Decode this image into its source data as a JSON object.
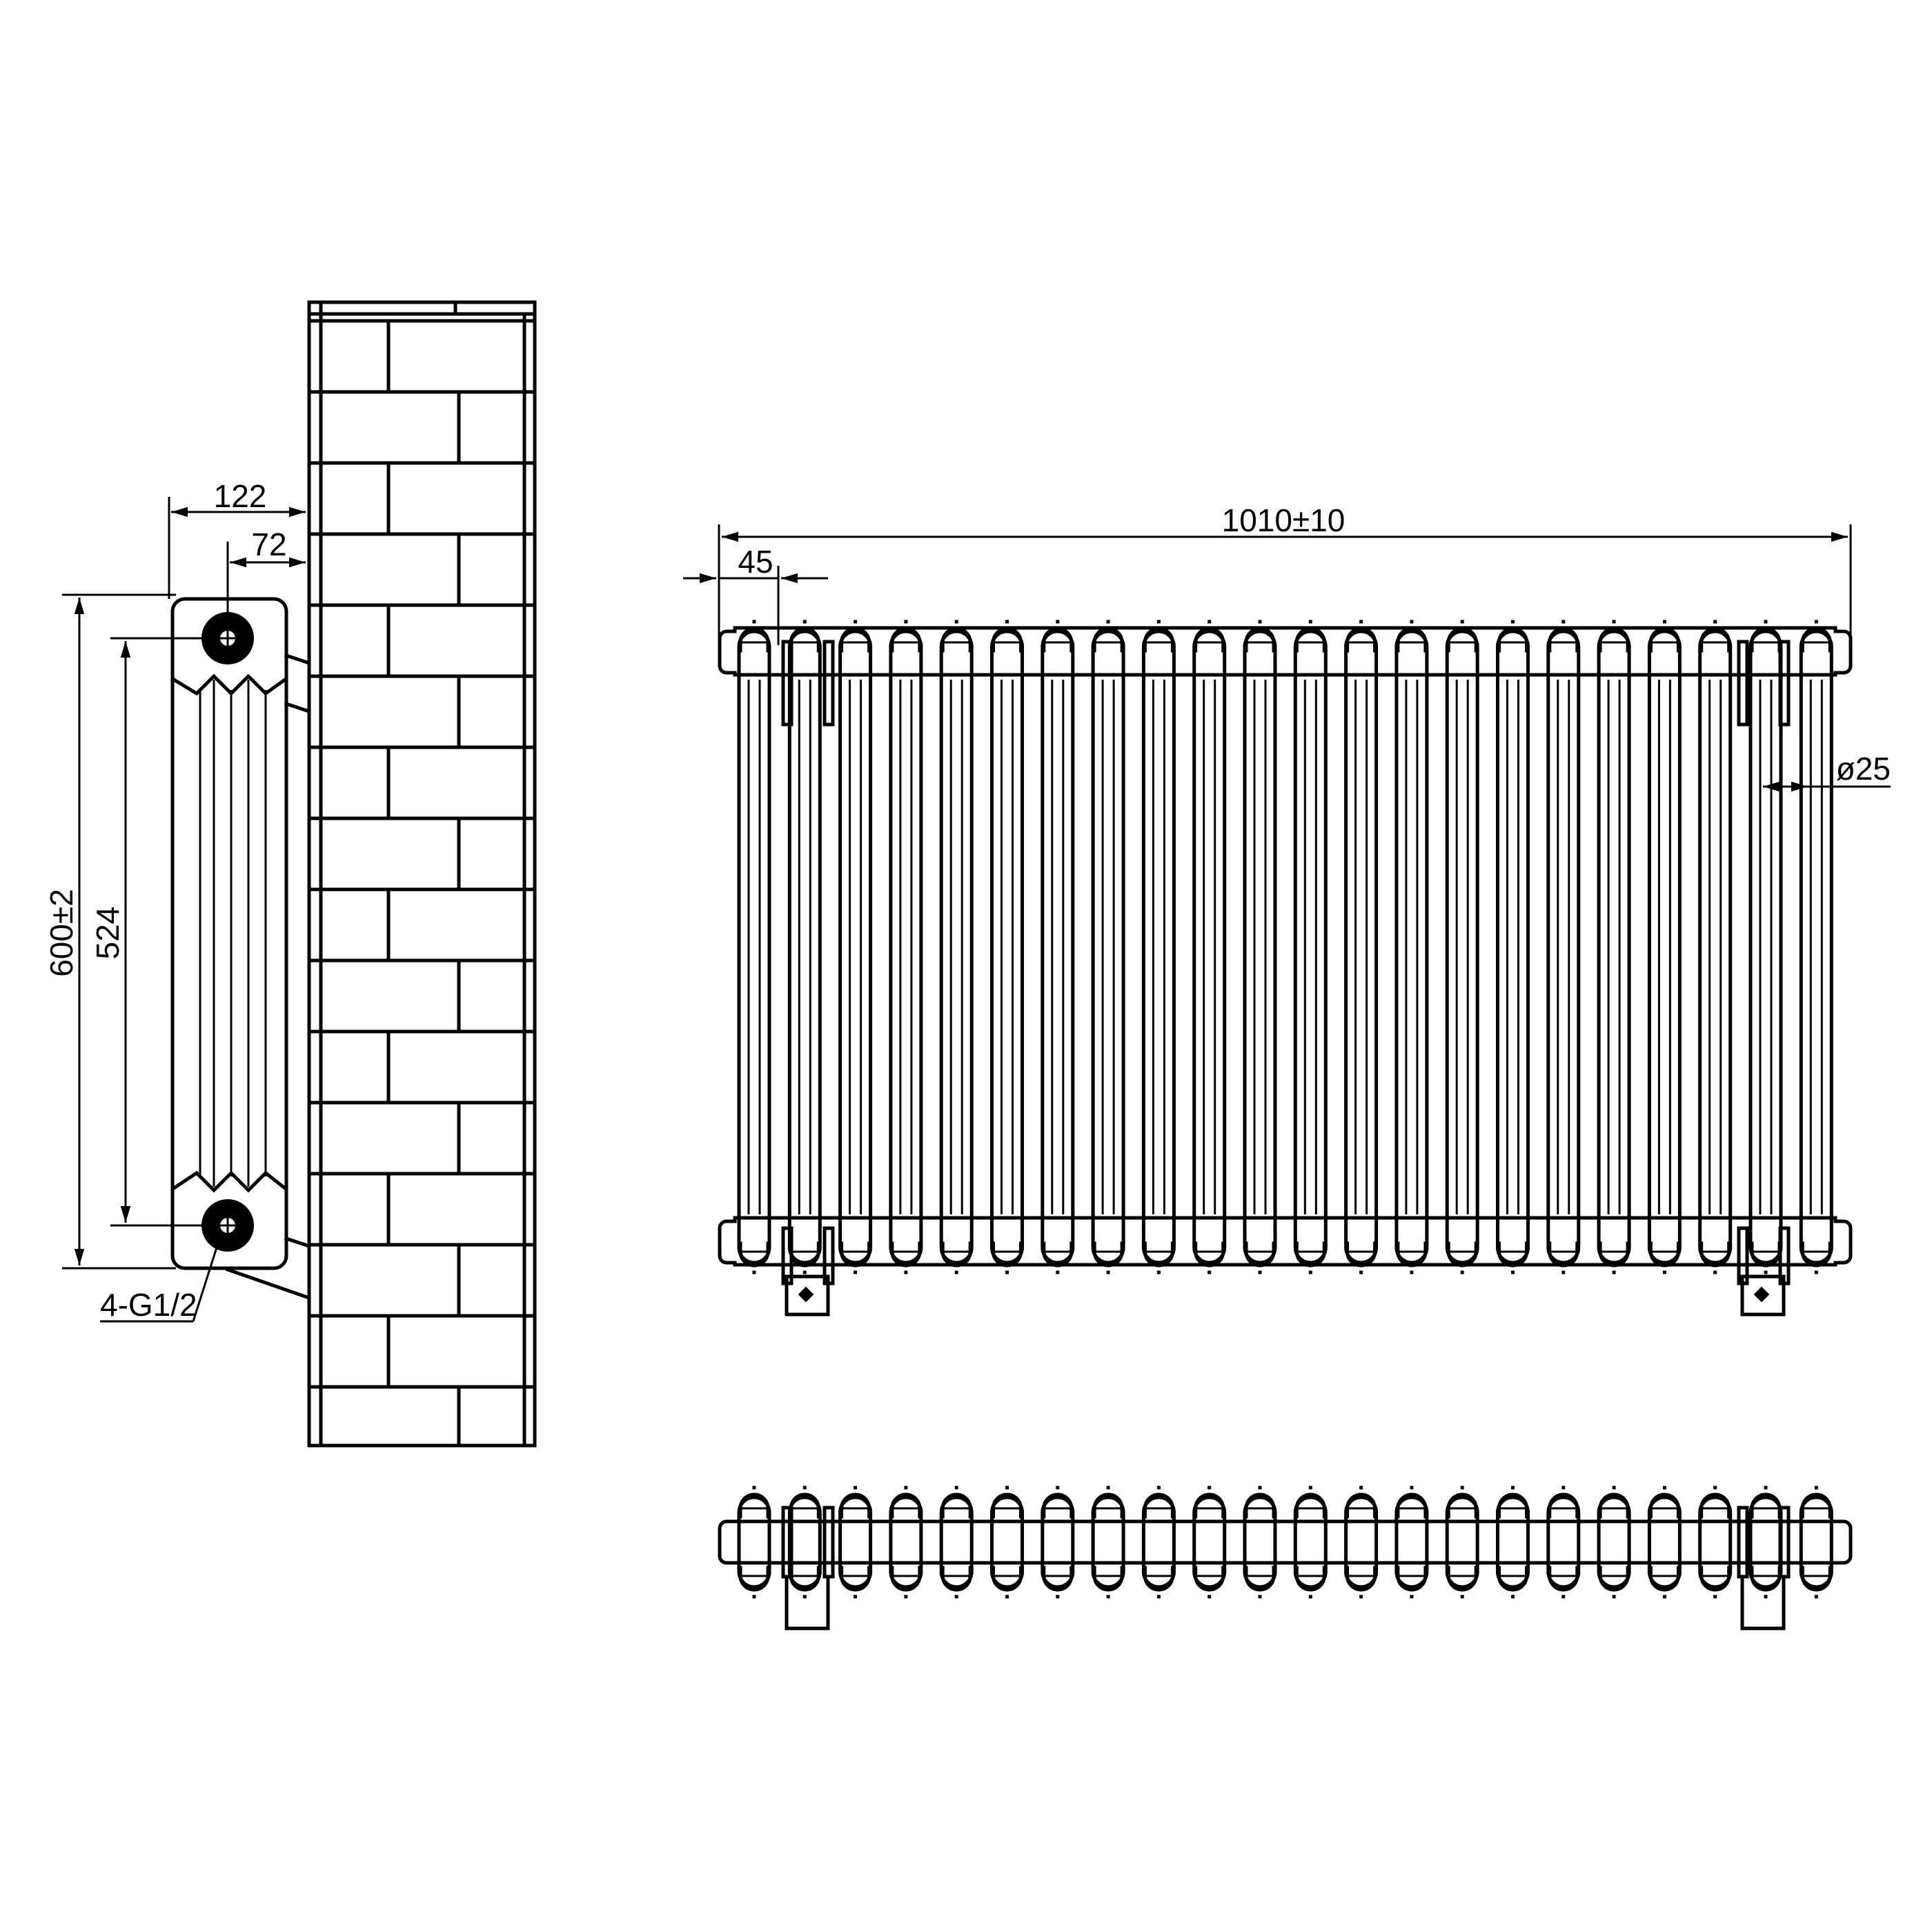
{
  "side_view": {
    "dim_122": "122",
    "dim_72": "72",
    "dim_600": "600±2",
    "dim_524": "524",
    "connection_label": "4-G1/2"
  },
  "front_view": {
    "dim_width": "1010±10",
    "dim_45": "45",
    "dim_pipe": "ø25",
    "column_count": 22
  },
  "colors": {
    "line": "#000000",
    "background": "#ffffff"
  }
}
